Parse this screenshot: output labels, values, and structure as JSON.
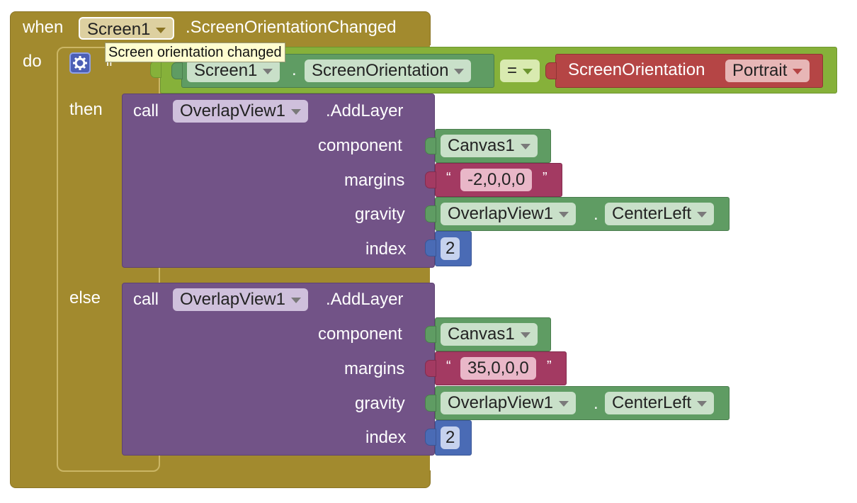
{
  "event": {
    "when_label": "when",
    "component": "Screen1",
    "event_name": ".ScreenOrientationChanged",
    "do_label": "do",
    "tooltip": "Screen orientation changed"
  },
  "if_block": {
    "if_label": "if",
    "then_label": "then",
    "else_label": "else",
    "condition": {
      "left_component": "Screen1",
      "dot": ".",
      "left_property": "ScreenOrientation",
      "operator": "=",
      "right_helper": "ScreenOrientation",
      "right_value": "Portrait"
    }
  },
  "then_call": {
    "call_label": "call",
    "component": "OverlapView1",
    "method": ".AddLayer",
    "args": {
      "component_label": "component",
      "component_value": "Canvas1",
      "margins_label": "margins",
      "margins_open_quote": "“",
      "margins_value": "-2,0,0,0",
      "margins_close_quote": "”",
      "gravity_label": "gravity",
      "gravity_component": "OverlapView1",
      "gravity_dot": ".",
      "gravity_value": "CenterLeft",
      "index_label": "index",
      "index_value": "2"
    }
  },
  "else_call": {
    "call_label": "call",
    "component": "OverlapView1",
    "method": ".AddLayer",
    "args": {
      "component_label": "component",
      "component_value": "Canvas1",
      "margins_label": "margins",
      "margins_open_quote": "“",
      "margins_value": "35,0,0,0",
      "margins_close_quote": "”",
      "gravity_label": "gravity",
      "gravity_component": "OverlapView1",
      "gravity_dot": ".",
      "gravity_value": "CenterLeft",
      "index_label": "index",
      "index_value": "2"
    }
  },
  "colors": {
    "event_gold": "#a28a2e",
    "call_purple": "#725387",
    "component_green": "#5f9c63",
    "logic_lime": "#86b13a",
    "helper_red": "#b54545",
    "text_magenta": "#a33a62",
    "math_blue": "#4a6bb5"
  }
}
